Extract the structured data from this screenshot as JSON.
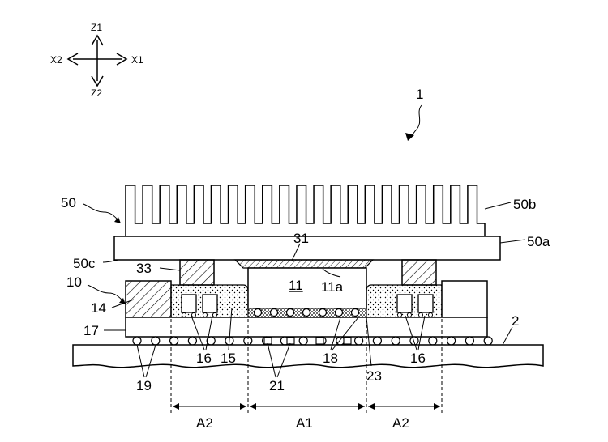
{
  "axes": {
    "z1": "Z1",
    "z2": "Z2",
    "x1": "X1",
    "x2": "X2"
  },
  "labels": {
    "ref_1": "1",
    "ref_50": "50",
    "ref_50a": "50a",
    "ref_50b": "50b",
    "ref_50c": "50c",
    "ref_31": "31",
    "ref_33": "33",
    "ref_10": "10",
    "ref_11": "11",
    "ref_11a": "11a",
    "ref_14": "14",
    "ref_17": "17",
    "ref_2": "2",
    "ref_16_left": "16",
    "ref_15": "15",
    "ref_18": "18",
    "ref_16_right": "16",
    "ref_19": "19",
    "ref_21": "21",
    "ref_23": "23"
  },
  "regions": {
    "a2_left": "A2",
    "a1": "A1",
    "a2_right": "A2"
  }
}
